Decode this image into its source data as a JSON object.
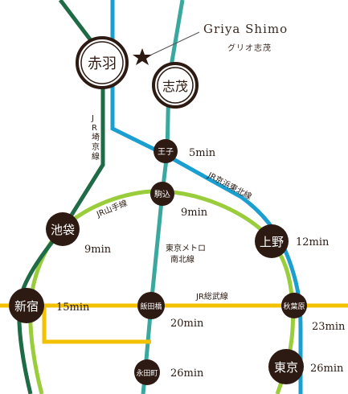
{
  "destination": {
    "name": "Griya Shimo",
    "name_ja": "グリオ志茂",
    "icon": "star-icon"
  },
  "lines": [
    {
      "id": "saikyo",
      "label": "JR埼京線",
      "color": "#1e6b45"
    },
    {
      "id": "keihin",
      "label": "JR京浜東北線",
      "color": "#1b9fd1"
    },
    {
      "id": "namboku",
      "label": "東京メトロ南北線",
      "color": "#3aa89e"
    },
    {
      "id": "yamanote",
      "label": "JR山手線",
      "color": "#9acd3c"
    },
    {
      "id": "sobu",
      "label": "JR総武線",
      "color": "#f2c200"
    }
  ],
  "stations": {
    "akabane": {
      "name": "赤羽",
      "time": ""
    },
    "shimo": {
      "name": "志茂",
      "time": ""
    },
    "oji": {
      "name": "王子",
      "time": "5min"
    },
    "komagome": {
      "name": "駒込",
      "time": "9min"
    },
    "ikebukuro": {
      "name": "池袋",
      "time": "9min"
    },
    "ueno": {
      "name": "上野",
      "time": "12min"
    },
    "shinjuku": {
      "name": "新宿",
      "time": "15min"
    },
    "iidabashi": {
      "name": "飯田橋",
      "time": "20min"
    },
    "akihabara": {
      "name": "秋葉原",
      "time": "23min"
    },
    "nagatacho": {
      "name": "永田町",
      "time": "26min"
    },
    "tokyo": {
      "name": "東京",
      "time": "26min"
    }
  },
  "colors": {
    "station_fill": "#2d1a12",
    "ring": "#2d1a12"
  }
}
